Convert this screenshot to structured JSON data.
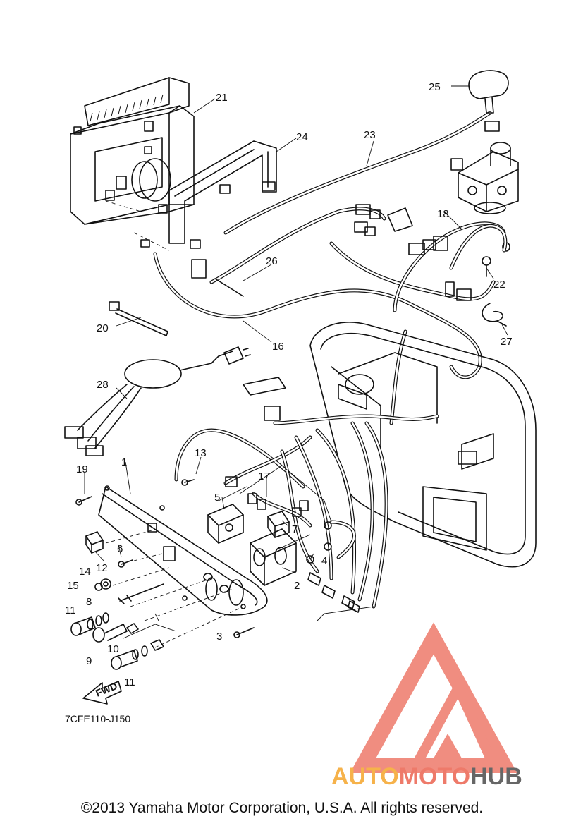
{
  "diagram_code": "7CFE110-J150",
  "direction_arrow": "FWD",
  "copyright": "©2013 Yamaha Motor Corporation, U.S.A. All rights reserved.",
  "watermark": {
    "part1": "AUTO",
    "part2": "MOTO",
    "part3": "HUB",
    "color_orange": "#f6b24a",
    "color_red": "#ee7a6a",
    "color_gray": "#666666"
  },
  "callouts": [
    "1",
    "2",
    "3",
    "4",
    "5",
    "6",
    "7",
    "8",
    "9",
    "10",
    "11",
    "11",
    "12",
    "13",
    "14",
    "15",
    "16",
    "17",
    "18",
    "19",
    "20",
    "21",
    "22",
    "23",
    "24",
    "25",
    "26",
    "27",
    "28"
  ]
}
